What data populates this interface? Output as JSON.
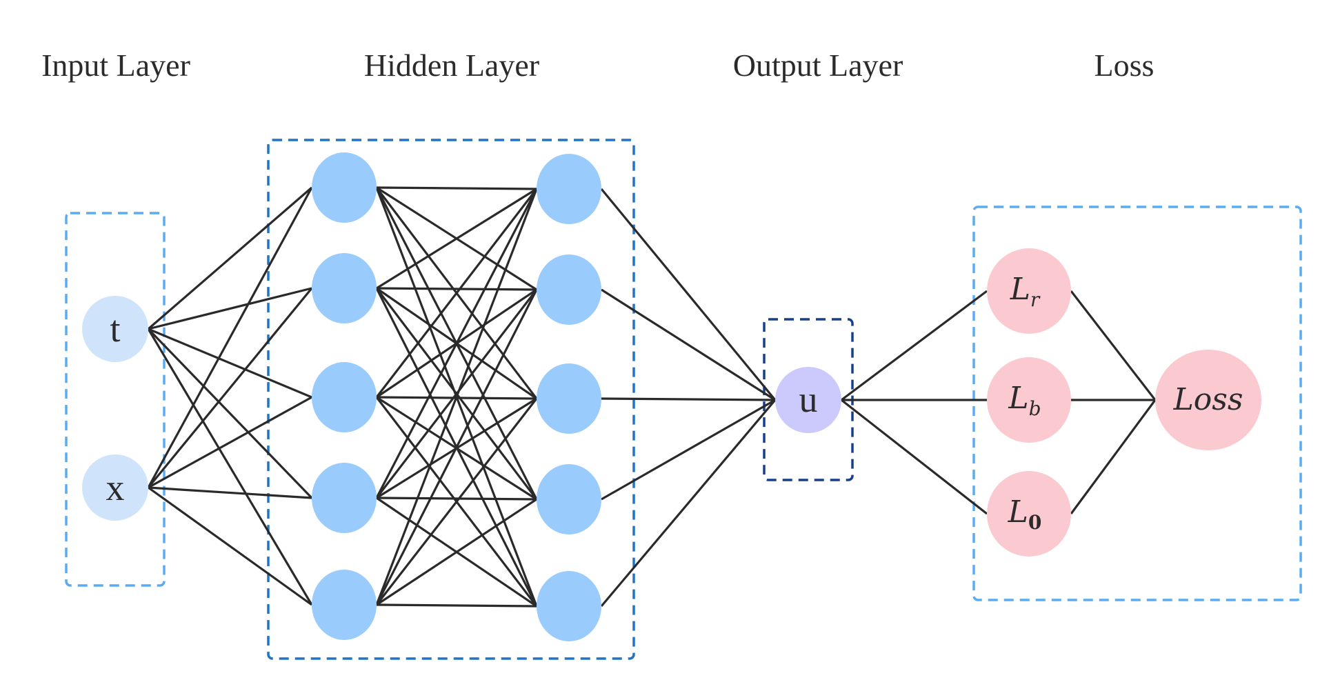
{
  "titles": {
    "input": "Input Layer",
    "hidden": "Hidden Layer",
    "output": "Output Layer",
    "loss": "Loss"
  },
  "input_nodes": [
    "t",
    "x"
  ],
  "hidden_layer_1_node_count": 5,
  "hidden_layer_2_node_count": 5,
  "output_node": "u",
  "loss_terms": [
    {
      "base": "L",
      "sub": "r"
    },
    {
      "base": "L",
      "sub": "b"
    },
    {
      "base": "L",
      "sub": "0"
    }
  ],
  "loss_node": "Loss",
  "colors": {
    "input_node": "#cfe4fa",
    "hidden_node": "#99ccfd",
    "output_node": "#cccafc",
    "loss_node": "#fbc9d0",
    "edge": "#2a2a2a",
    "box_light": "#5aabf0",
    "box_mid": "#2273c4",
    "box_dark": "#173f8c"
  }
}
